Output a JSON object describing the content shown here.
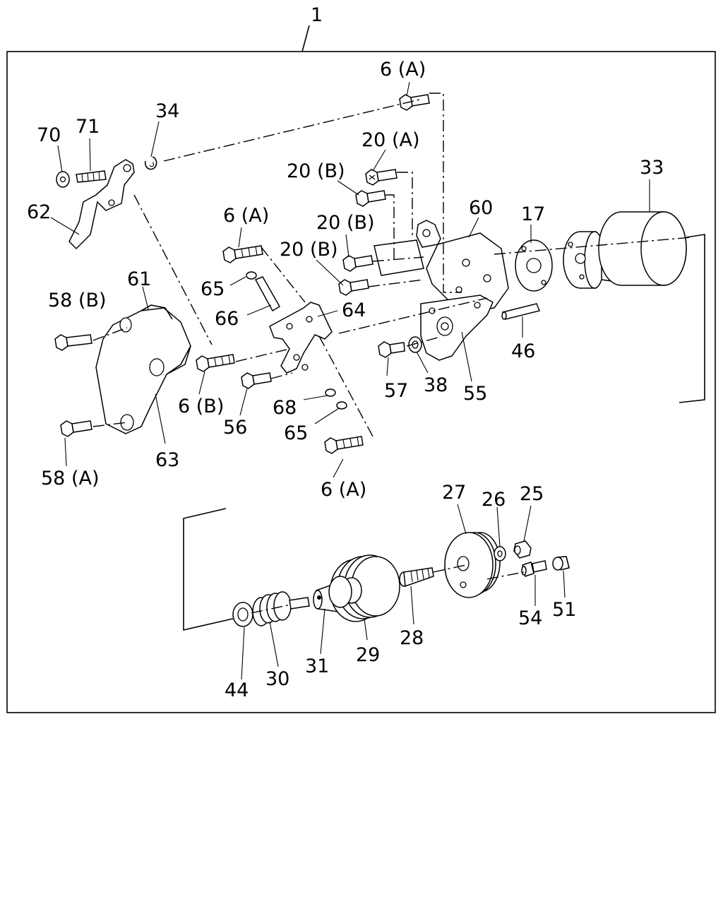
{
  "diagram": {
    "assembly_number": "1",
    "callouts": [
      {
        "id": "c-6a-top",
        "text": "6 (A)"
      },
      {
        "id": "c-34",
        "text": "34"
      },
      {
        "id": "c-70",
        "text": "70"
      },
      {
        "id": "c-71",
        "text": "71"
      },
      {
        "id": "c-20a",
        "text": "20 (A)"
      },
      {
        "id": "c-20b-1",
        "text": "20 (B)"
      },
      {
        "id": "c-33",
        "text": "33"
      },
      {
        "id": "c-62",
        "text": "62"
      },
      {
        "id": "c-60",
        "text": "60"
      },
      {
        "id": "c-17",
        "text": "17"
      },
      {
        "id": "c-6a-mid",
        "text": "6 (A)"
      },
      {
        "id": "c-20b-2",
        "text": "20 (B)"
      },
      {
        "id": "c-20b-3",
        "text": "20 (B)"
      },
      {
        "id": "c-65-top",
        "text": "65"
      },
      {
        "id": "c-61",
        "text": "61"
      },
      {
        "id": "c-58b",
        "text": "58 (B)"
      },
      {
        "id": "c-64",
        "text": "64"
      },
      {
        "id": "c-66",
        "text": "66"
      },
      {
        "id": "c-46",
        "text": "46"
      },
      {
        "id": "c-57",
        "text": "57"
      },
      {
        "id": "c-38",
        "text": "38"
      },
      {
        "id": "c-55",
        "text": "55"
      },
      {
        "id": "c-6b",
        "text": "6 (B)"
      },
      {
        "id": "c-68",
        "text": "68"
      },
      {
        "id": "c-56",
        "text": "56"
      },
      {
        "id": "c-65-bot",
        "text": "65"
      },
      {
        "id": "c-63",
        "text": "63"
      },
      {
        "id": "c-58a",
        "text": "58 (A)"
      },
      {
        "id": "c-6a-bot",
        "text": "6 (A)"
      },
      {
        "id": "c-27",
        "text": "27"
      },
      {
        "id": "c-26",
        "text": "26"
      },
      {
        "id": "c-25",
        "text": "25"
      },
      {
        "id": "c-54",
        "text": "54"
      },
      {
        "id": "c-51",
        "text": "51"
      },
      {
        "id": "c-28",
        "text": "28"
      },
      {
        "id": "c-44",
        "text": "44"
      },
      {
        "id": "c-30",
        "text": "30"
      },
      {
        "id": "c-31",
        "text": "31"
      },
      {
        "id": "c-29",
        "text": "29"
      }
    ]
  }
}
